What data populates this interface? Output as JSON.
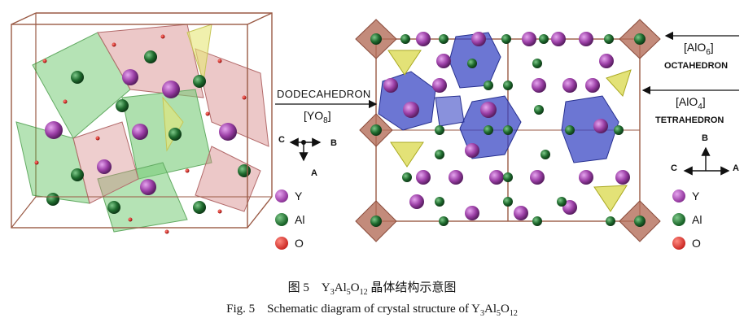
{
  "left_panel": {
    "axes": {
      "c": "C",
      "b": "B",
      "a": "A"
    },
    "legend": [
      {
        "symbol": "Y",
        "color": "#9b3fa6"
      },
      {
        "symbol": "Al",
        "color": "#1f6b2e"
      },
      {
        "symbol": "O",
        "color": "#cc2a25"
      }
    ]
  },
  "right_panel": {
    "dodecahedron": {
      "name": "DODECAHEDRON",
      "formula_pre": "[YO",
      "formula_sub": "8",
      "formula_post": "]"
    },
    "octahedron": {
      "formula_pre": "[AlO",
      "formula_sub": "6",
      "formula_post": "]",
      "name": "OCTAHEDRON"
    },
    "tetrahedron": {
      "formula_pre": "[AlO",
      "formula_sub": "4",
      "formula_post": "]",
      "name": "TETRAHEDRON"
    },
    "axes": {
      "b": "B",
      "c": "C",
      "a": "A"
    },
    "legend": [
      {
        "symbol": "Y",
        "color": "#9b3fa6"
      },
      {
        "symbol": "Al",
        "color": "#1f6b2e"
      },
      {
        "symbol": "O",
        "color": "#cc2a25"
      }
    ]
  },
  "caption": {
    "cn_prefix": "图 5",
    "cn_formula": [
      "Y",
      "3",
      "Al",
      "5",
      "O",
      "12"
    ],
    "cn_suffix": "晶体结构示意图",
    "en_prefix": "Fig. 5",
    "en_text": "Schematic diagram of crystal structure of",
    "en_formula": [
      "Y",
      "3",
      "Al",
      "5",
      "O",
      "12"
    ]
  }
}
